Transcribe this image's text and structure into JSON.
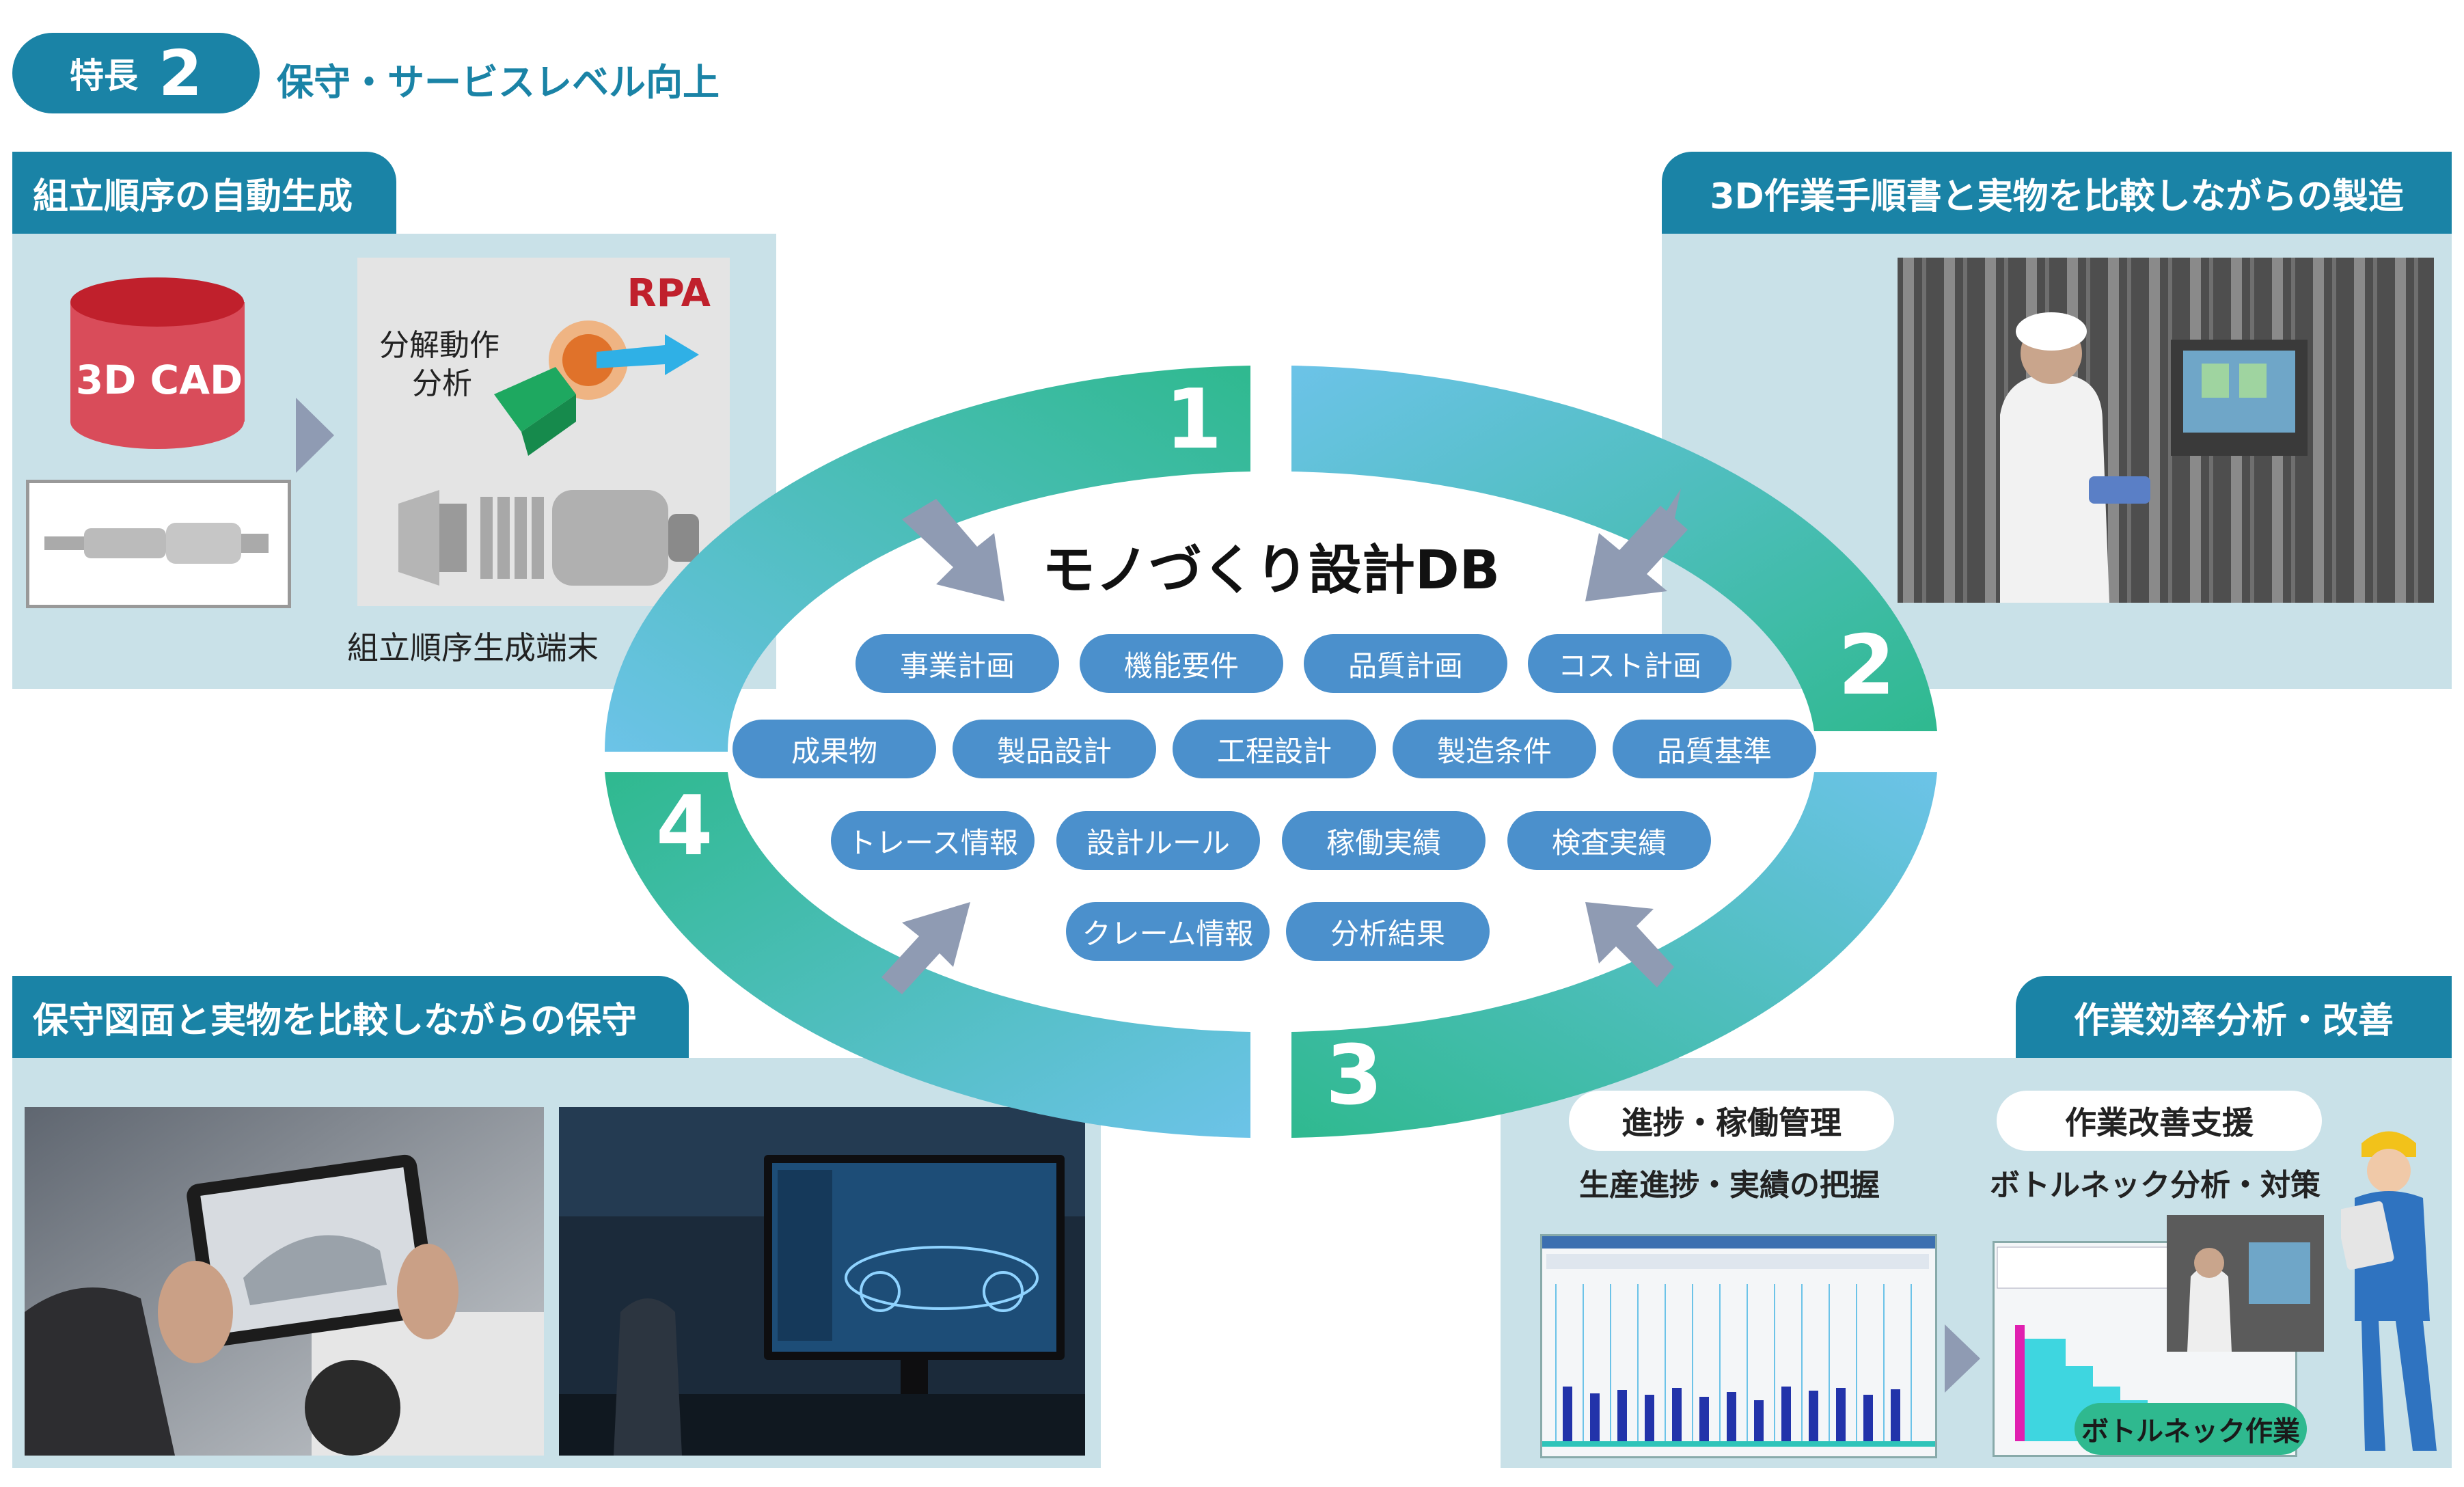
{
  "header": {
    "badge_label": "特長",
    "badge_number": "2",
    "title": "保守・サービスレベル向上"
  },
  "center": {
    "title": "モノづくり設計DB",
    "steps": [
      "1",
      "2",
      "3",
      "4"
    ],
    "pills": [
      "事業計画",
      "機能要件",
      "品質計画",
      "コスト計画",
      "成果物",
      "製品設計",
      "工程設計",
      "製造条件",
      "品質基準",
      "トレース情報",
      "設計ルール",
      "稼働実績",
      "検査実績",
      "クレーム情報",
      "分析結果"
    ]
  },
  "panel_tl": {
    "title": "組立順序の自動生成",
    "cad_label": "3D CAD",
    "rpa_label": "RPA",
    "analysis_label_1": "分解動作",
    "analysis_label_2": "分析",
    "terminal_caption": "組立順序生成端末"
  },
  "panel_tr": {
    "title": "3D作業手順書と実物を比較しながらの製造"
  },
  "panel_bl": {
    "title": "保守図面と実物を比較しながらの保守"
  },
  "panel_br": {
    "title": "作業効率分析・改善",
    "tag1": "進捗・稼働管理",
    "sub1": "生産進捗・実績の把握",
    "tag2": "作業改善支援",
    "sub2": "ボトルネック分析・対策",
    "bottleneck_label": "ボトルネック作業"
  },
  "colors": {
    "accent": "#1a83a6",
    "panel": "#c9e1e8",
    "pill": "#4b90cc",
    "ring_green": "#2fb98f",
    "ring_blue": "#6cc3e8",
    "arrow": "#8f9bb3",
    "rpa": "#c0202c"
  }
}
